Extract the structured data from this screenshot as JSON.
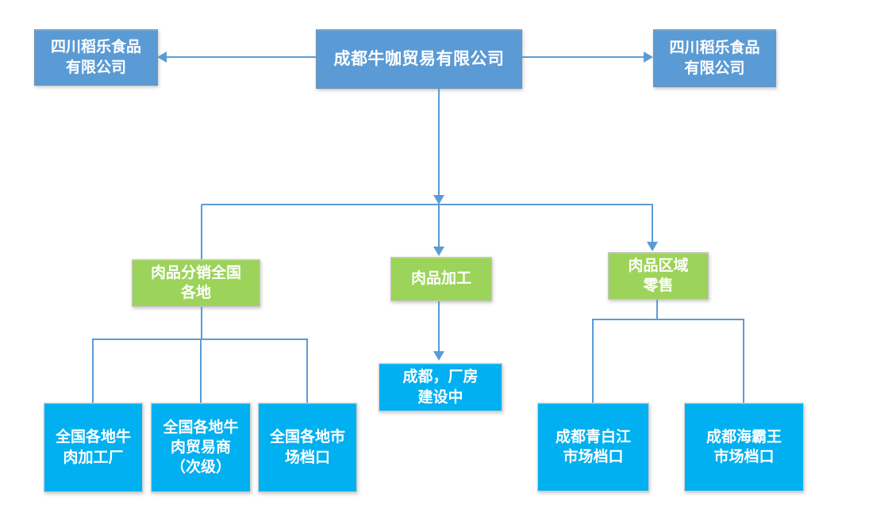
{
  "colors": {
    "blue": "#5B9BD5",
    "green": "#9CD35A",
    "cyan": "#00B0F0",
    "connector": "#5B9BD5"
  },
  "diagram": {
    "type": "org-chart",
    "nodes": [
      {
        "id": "sichuan-daole-left",
        "label": "四川稻乐食品\n有限公司",
        "color": "blue"
      },
      {
        "id": "hq",
        "label": "成都牛咖贸易有限公司",
        "color": "blue"
      },
      {
        "id": "sichuan-daole-right",
        "label": "四川稻乐食品\n有限公司",
        "color": "blue"
      },
      {
        "id": "distribution",
        "label": "肉品分销全国\n各地",
        "color": "green"
      },
      {
        "id": "processing",
        "label": "肉品加工",
        "color": "green"
      },
      {
        "id": "regional-retail",
        "label": "肉品区域\n零售",
        "color": "green"
      },
      {
        "id": "chengdu-factory",
        "label": "成都，厂房\n建设中",
        "color": "cyan"
      },
      {
        "id": "beef-plants",
        "label": "全国各地牛\n肉加工厂",
        "color": "cyan"
      },
      {
        "id": "beef-traders",
        "label": "全国各地牛\n肉贸易商\n（次级）",
        "color": "cyan"
      },
      {
        "id": "market-stalls",
        "label": "全国各地市\n场档口",
        "color": "cyan"
      },
      {
        "id": "qingbaijiang-stall",
        "label": "成都青白江\n市场档口",
        "color": "cyan"
      },
      {
        "id": "haibawang-stall",
        "label": "成都海霸王\n市场档口",
        "color": "cyan"
      }
    ],
    "edges": [
      {
        "from": "hq",
        "to": "sichuan-daole-left",
        "arrow": true
      },
      {
        "from": "hq",
        "to": "sichuan-daole-right",
        "arrow": true
      },
      {
        "from": "hq",
        "to": "distribution",
        "arrow": false
      },
      {
        "from": "hq",
        "to": "processing",
        "arrow": true
      },
      {
        "from": "hq",
        "to": "regional-retail",
        "arrow": true
      },
      {
        "from": "processing",
        "to": "chengdu-factory",
        "arrow": true
      },
      {
        "from": "distribution",
        "to": "beef-plants",
        "arrow": false
      },
      {
        "from": "distribution",
        "to": "beef-traders",
        "arrow": false
      },
      {
        "from": "distribution",
        "to": "market-stalls",
        "arrow": false
      },
      {
        "from": "regional-retail",
        "to": "qingbaijiang-stall",
        "arrow": false
      },
      {
        "from": "regional-retail",
        "to": "haibawang-stall",
        "arrow": false
      }
    ]
  }
}
